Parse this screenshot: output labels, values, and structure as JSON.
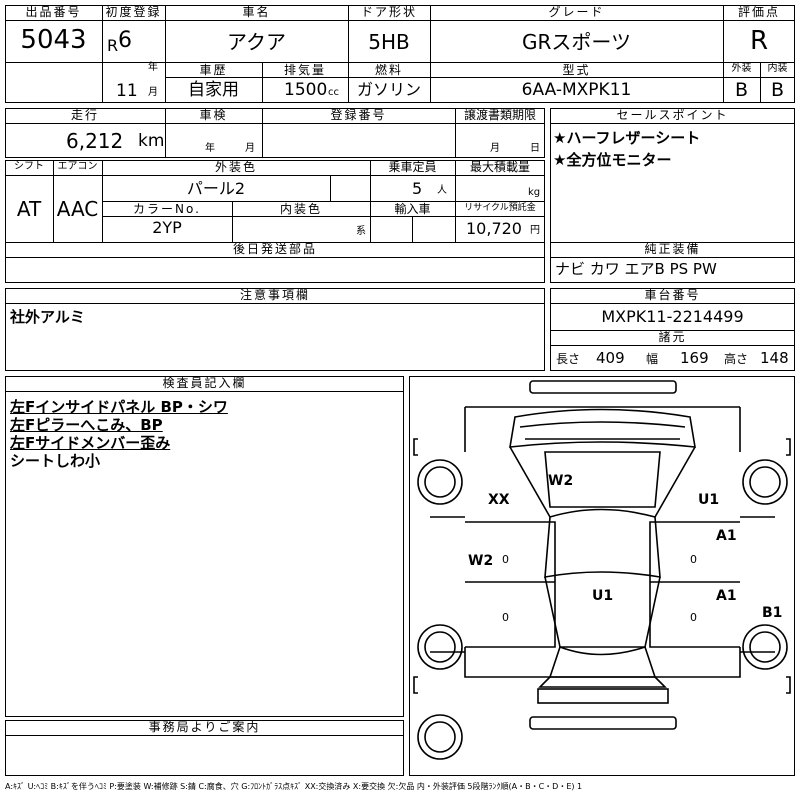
{
  "header": {
    "lot_no_label": "出品番号",
    "lot_no": "5043",
    "first_reg_label": "初度登録",
    "era": "R",
    "year": "6",
    "year_unit": "年",
    "month": "11",
    "month_unit": "月",
    "car_name_label": "車名",
    "car_name": "アクア",
    "door_label": "ドア形状",
    "door": "5HB",
    "grade_label": "グレード",
    "grade": "GRスポーツ",
    "rating_label": "評価点",
    "rating": "R",
    "history_label": "車歴",
    "history": "自家用",
    "displacement_label": "排気量",
    "displacement": "1500",
    "displacement_unit": "cc",
    "fuel_label": "燃料",
    "fuel": "ガソリン",
    "model_label": "型式",
    "model": "6AA-MXPK11",
    "exterior_grade_label": "外装",
    "exterior_grade": "B",
    "interior_grade_label": "内装",
    "interior_grade": "B"
  },
  "row2": {
    "mileage_label": "走行",
    "mileage": "6,212",
    "mileage_unit": "km",
    "inspection_label": "車検",
    "inspection_year_unit": "年",
    "inspection_month_unit": "月",
    "reg_no_label": "登録番号",
    "transfer_label": "譲渡書類期限",
    "transfer_month_unit": "月",
    "transfer_day_unit": "日",
    "selling_label": "セールスポイント",
    "selling_points": [
      "★ハーフレザーシート",
      "★全方位モニター"
    ]
  },
  "row3": {
    "shift_label": "シフト",
    "shift": "AT",
    "ac_label": "エアコン",
    "ac": "AAC",
    "exterior_color_label": "外装色",
    "exterior_color": "パール2",
    "capacity_label": "乗車定員",
    "capacity": "5",
    "capacity_unit": "人",
    "max_load_label": "最大積載量",
    "max_load_unit": "kg",
    "color_no_label": "カラーNo.",
    "color_no": "2YP",
    "interior_color_label": "内装色",
    "interior_color_unit": "系",
    "import_label": "輸入車",
    "recycle_label": "リサイクル預託金",
    "recycle": "10,720",
    "recycle_unit": "円"
  },
  "parts": {
    "label": "後日発送部品",
    "value": ""
  },
  "equipment": {
    "label": "純正装備",
    "value": "ナビ カワ エアB PS PW"
  },
  "notes": {
    "label": "注意事項欄",
    "value": "社外アルミ"
  },
  "chassis": {
    "label": "車台番号",
    "value": "MXPK11-2214499"
  },
  "dims": {
    "label": "諸元",
    "length_label": "長さ",
    "length": "409",
    "width_label": "幅",
    "width": "169",
    "height_label": "高さ",
    "height": "148"
  },
  "inspector": {
    "label": "検査員記入欄",
    "lines": [
      "左Fインサイドパネル BP・シワ",
      "左Fピラーへこみ、BP",
      "左Fサイドメンバー歪み",
      "シートしわ小"
    ]
  },
  "office": {
    "label": "事務局よりご案内"
  },
  "diagram": {
    "marks": {
      "front_left_area": "XX",
      "hood": "W2",
      "front_right_wheel": "U1",
      "left_front_door": "W2",
      "right_front_door": "A1",
      "right_rear_door": "A1",
      "roof": "U1",
      "right_rear_wheel": "B1"
    },
    "zero": "0"
  },
  "legend": "A:ｷｽﾞ U:ﾍｺﾐ B:ｷｽﾞを伴うﾍｺﾐ P:要塗装 W:補修跡 S:錆 C:腐食、穴 G:ﾌﾛﾝﾄｶﾞﾗｽ点ｷｽﾞ XX:交換済み X:要交換 欠:欠品 内・外装評価 5段階ﾗﾝｸ順(A・B・C・D・E) 1"
}
